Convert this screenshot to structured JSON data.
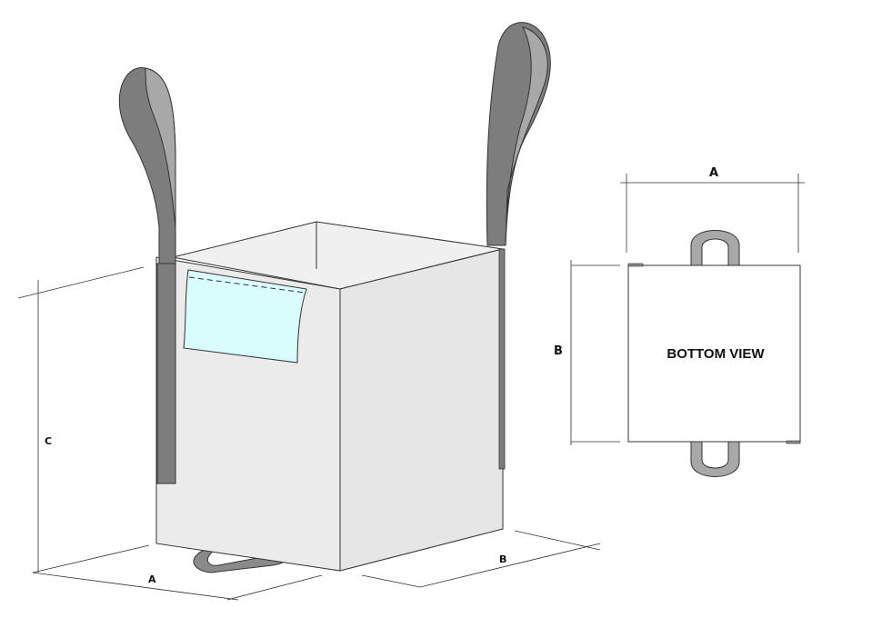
{
  "diagram": {
    "main_view": {
      "dimension_a": "A",
      "dimension_b": "B",
      "dimension_c": "C"
    },
    "bottom_view": {
      "title": "BOTTOM VIEW",
      "dimension_a": "A",
      "dimension_b": "B"
    },
    "colors": {
      "bag_front": "#ebebeb",
      "bag_side": "#e6e6e6",
      "bag_inner": "#f0f0f0",
      "loop_dark": "#7d7d7d",
      "loop_light": "#a8a8a8",
      "document_pouch": "#d9fcfc",
      "lines": "#333333"
    }
  }
}
